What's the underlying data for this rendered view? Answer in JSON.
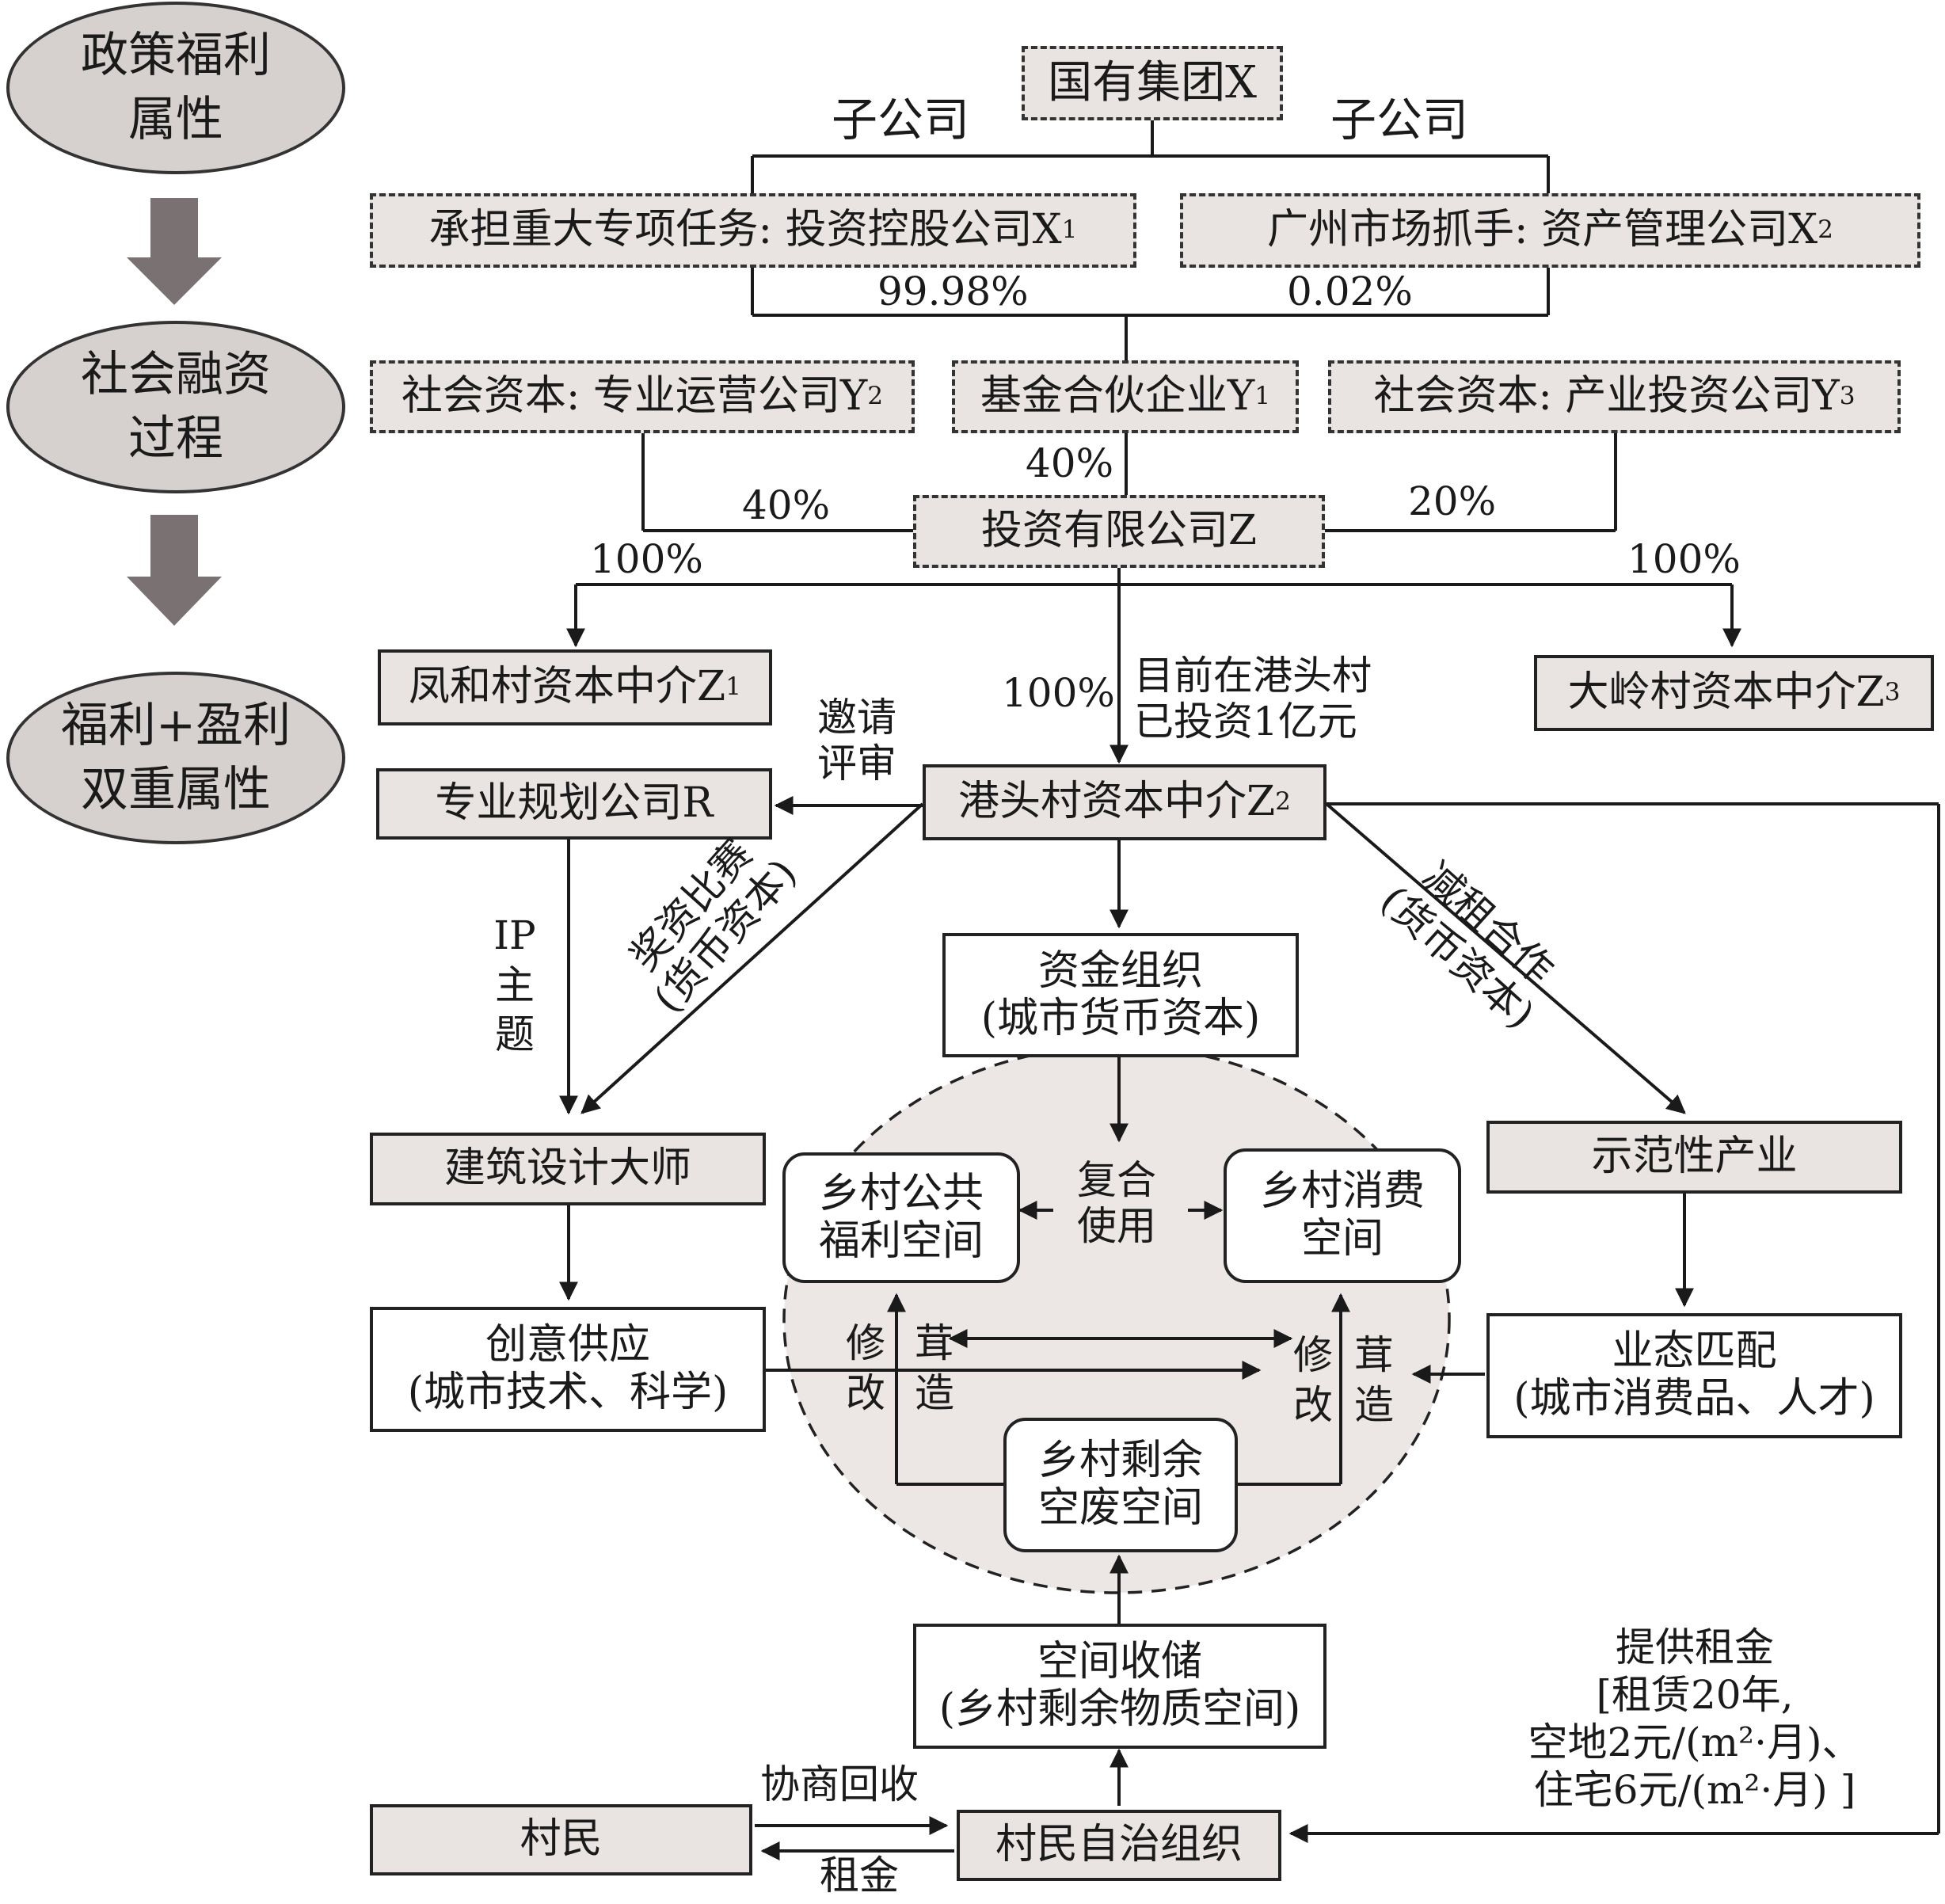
{
  "phases": {
    "p1": "政策福利\n属性",
    "p2": "社会融资\n过程",
    "p3": "福利+盈利\n双重属性"
  },
  "nodes": {
    "group_x": "国有集团X",
    "x1_prefix": "承担重大专项任务: 投资控股公司X",
    "x1_sub": "1",
    "x2_prefix": "广州市场抓手: 资产管理公司X",
    "x2_sub": "2",
    "y2_prefix": "社会资本: 专业运营公司Y",
    "y2_sub": "2",
    "y1_prefix": "基金合伙企业Y",
    "y1_sub": "1",
    "y3_prefix": "社会资本: 产业投资公司Y",
    "y3_sub": "3",
    "z": "投资有限公司Z",
    "z1_prefix": "凤和村资本中介Z",
    "z1_sub": "1",
    "z3_prefix": "大岭村资本中介Z",
    "z3_sub": "3",
    "z2_prefix": "港头村资本中介Z",
    "z2_sub": "2",
    "r": "专业规划公司R",
    "architect": "建筑设计大师",
    "creative": "创意供应\n(城市技术、科学)",
    "funds": "资金组织\n(城市货币资本)",
    "demo": "示范性产业",
    "format": "业态匹配\n(城市消费品、人才)",
    "public_space": "乡村公共\n福利空间",
    "consume_space": "乡村消费\n空间",
    "surplus_space": "乡村剩余\n空废空间",
    "storage": "空间收储\n(乡村剩余物质空间)",
    "villagers": "村民",
    "village_org": "村民自治组织"
  },
  "labels": {
    "subsidiary_left": "子公司",
    "subsidiary_right": "子公司",
    "pct_9998": "99.98%",
    "pct_002": "0.02%",
    "pct_40_mid": "40%",
    "pct_40_left": "40%",
    "pct_20": "20%",
    "pct_100_left": "100%",
    "pct_100_right": "100%",
    "pct_100_mid": "100%",
    "invested": "目前在港头村\n已投资1亿元",
    "invite": "邀请\n评审",
    "ip": "IP\n主\n题",
    "award": "奖资比赛",
    "award_sub": "(货币资本)",
    "rent_coop": "减租合作",
    "rent_coop_sub": "(货币资本)",
    "compound": "复合\n使用",
    "repair_l": "修\n改",
    "build_l": "茸\n造",
    "repair_r": "修\n改",
    "build_r": "茸\n造",
    "rent_info": "提供租金\n[租赁20年,\n空地2元/(m²·月)、\n住宅6元/(m²·月) ]",
    "negotiate": "协商回收",
    "rent": "租金"
  }
}
